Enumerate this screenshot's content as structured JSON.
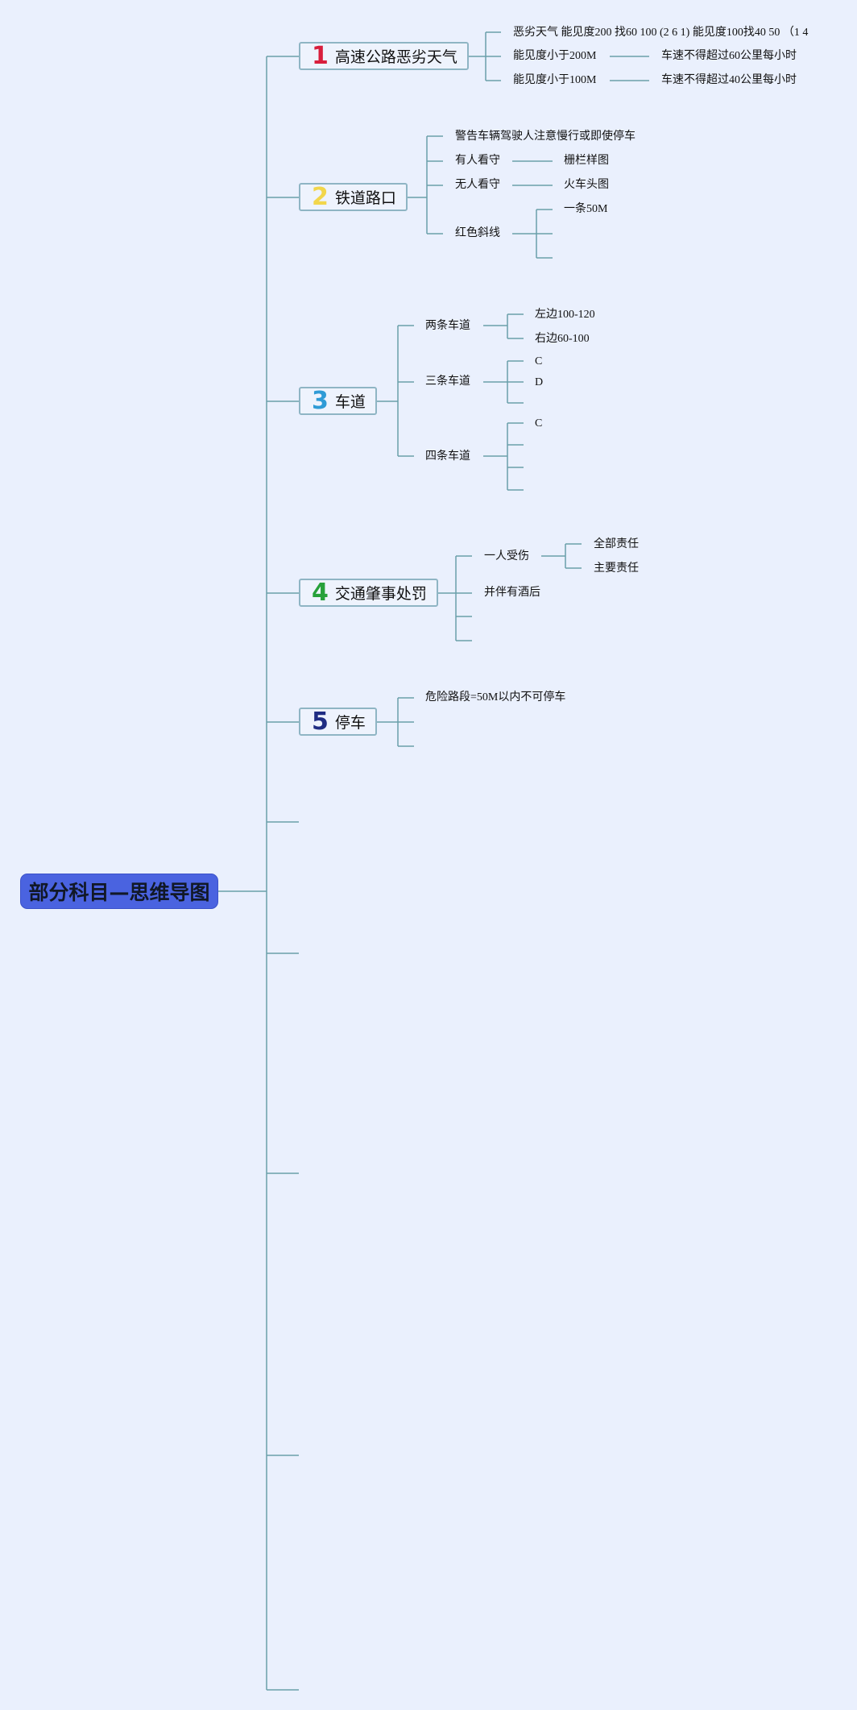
{
  "root": {
    "label": "部分科目—思维导图"
  },
  "colors": {
    "background": "#eaf0fd",
    "root_fill": "#4a63e0",
    "line": "#6a9faa",
    "branch_border": "#8fb5c4",
    "num1": "#d81e3c",
    "num2": "#f2d64b",
    "num3": "#2f9bd6",
    "num4": "#27a13a",
    "num5": "#1f2d83"
  },
  "branches": [
    {
      "number": "1",
      "label": "高速公路恶劣天气",
      "children": [
        {
          "label": "恶劣天气 能见度200 找60 100 (2 6 1) 能见度100找40 50 （1 4"
        },
        {
          "label": "能见度小于200M",
          "children": [
            {
              "label": "车速不得超过60公里每小时"
            }
          ]
        },
        {
          "label": "能见度小于100M",
          "children": [
            {
              "label": "车速不得超过40公里每小时"
            }
          ]
        }
      ]
    },
    {
      "number": "2",
      "label": "铁道路口",
      "children": [
        {
          "label": "警告车辆驾驶人注意慢行或即使停车"
        },
        {
          "label": "有人看守",
          "children": [
            {
              "label": "栅栏样图"
            }
          ]
        },
        {
          "label": "无人看守",
          "children": [
            {
              "label": "火车头图"
            }
          ]
        },
        {
          "label": "红色斜线",
          "children": [
            {
              "label": "一条50M"
            },
            {
              "label": ""
            },
            {
              "label": ""
            }
          ]
        }
      ]
    },
    {
      "number": "3",
      "label": "车道",
      "children": [
        {
          "label": "两条车道",
          "children": [
            {
              "label": "左边100-120"
            },
            {
              "label": "右边60-100"
            }
          ]
        },
        {
          "label": "三条车道",
          "children": [
            {
              "label": "C"
            },
            {
              "label": "D"
            },
            {
              "label": ""
            }
          ]
        },
        {
          "label": "四条车道",
          "children": [
            {
              "label": "C"
            },
            {
              "label": ""
            },
            {
              "label": ""
            },
            {
              "label": ""
            }
          ]
        }
      ]
    },
    {
      "number": "4",
      "label": "交通肇事处罚",
      "children": [
        {
          "label": "一人受伤",
          "children": [
            {
              "label": "全部责任"
            },
            {
              "label": "主要责任"
            }
          ]
        },
        {
          "label": "并伴有酒后"
        },
        {
          "label": ""
        },
        {
          "label": ""
        }
      ]
    },
    {
      "number": "5",
      "label": "停车",
      "children": [
        {
          "label": "危险路段=50M以内不可停车"
        },
        {
          "label": ""
        },
        {
          "label": ""
        }
      ]
    }
  ],
  "empty_branch_count": 5
}
